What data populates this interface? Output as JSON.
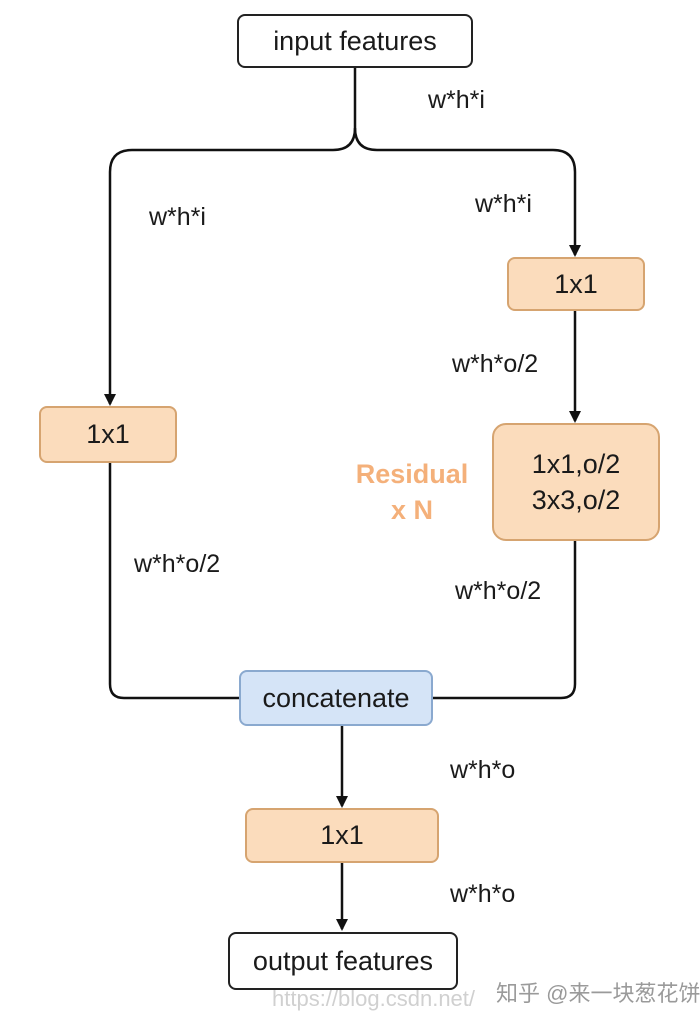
{
  "nodes": {
    "input": "input features",
    "conv_right_top": "1x1",
    "conv_left": "1x1",
    "residual_block": {
      "line1": "1x1,o/2",
      "line2": "3x3,o/2"
    },
    "concat": "concatenate",
    "conv_bottom": "1x1",
    "output": "output features"
  },
  "residual_label": {
    "line1": "Residual",
    "line2": "x N"
  },
  "edge_labels": {
    "split": "w*h*i",
    "left_in": "w*h*i",
    "right_in": "w*h*i",
    "right_mid": "w*h*o/2",
    "left_out": "w*h*o/2",
    "right_out": "w*h*o/2",
    "concat_out": "w*h*o",
    "final": "w*h*o"
  },
  "watermark": {
    "left": "https://blog.csdn.net/",
    "right": "知乎 @来一块葱花饼"
  },
  "colors": {
    "orange_fill": "#fbdcbc",
    "orange_border": "#d6a470",
    "blue_fill": "#d5e4f7",
    "blue_border": "#8aa9cf",
    "residual_text": "#f4b07a"
  }
}
